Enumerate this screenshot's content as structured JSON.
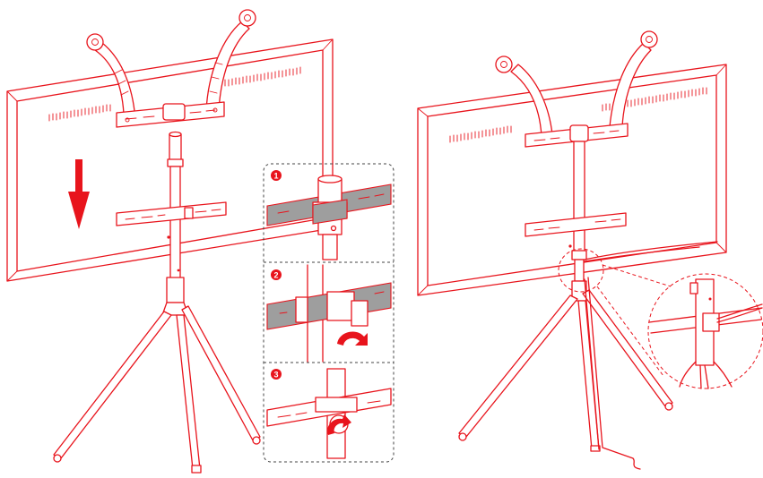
{
  "steps": {
    "one": "1",
    "two": "2",
    "three": "3"
  },
  "colors": {
    "accent": "#e8141c",
    "steel": "#9e9e9e"
  },
  "icons": {
    "arrow": "down-arrow-icon",
    "rotate": "rotate-arrow-icon"
  }
}
